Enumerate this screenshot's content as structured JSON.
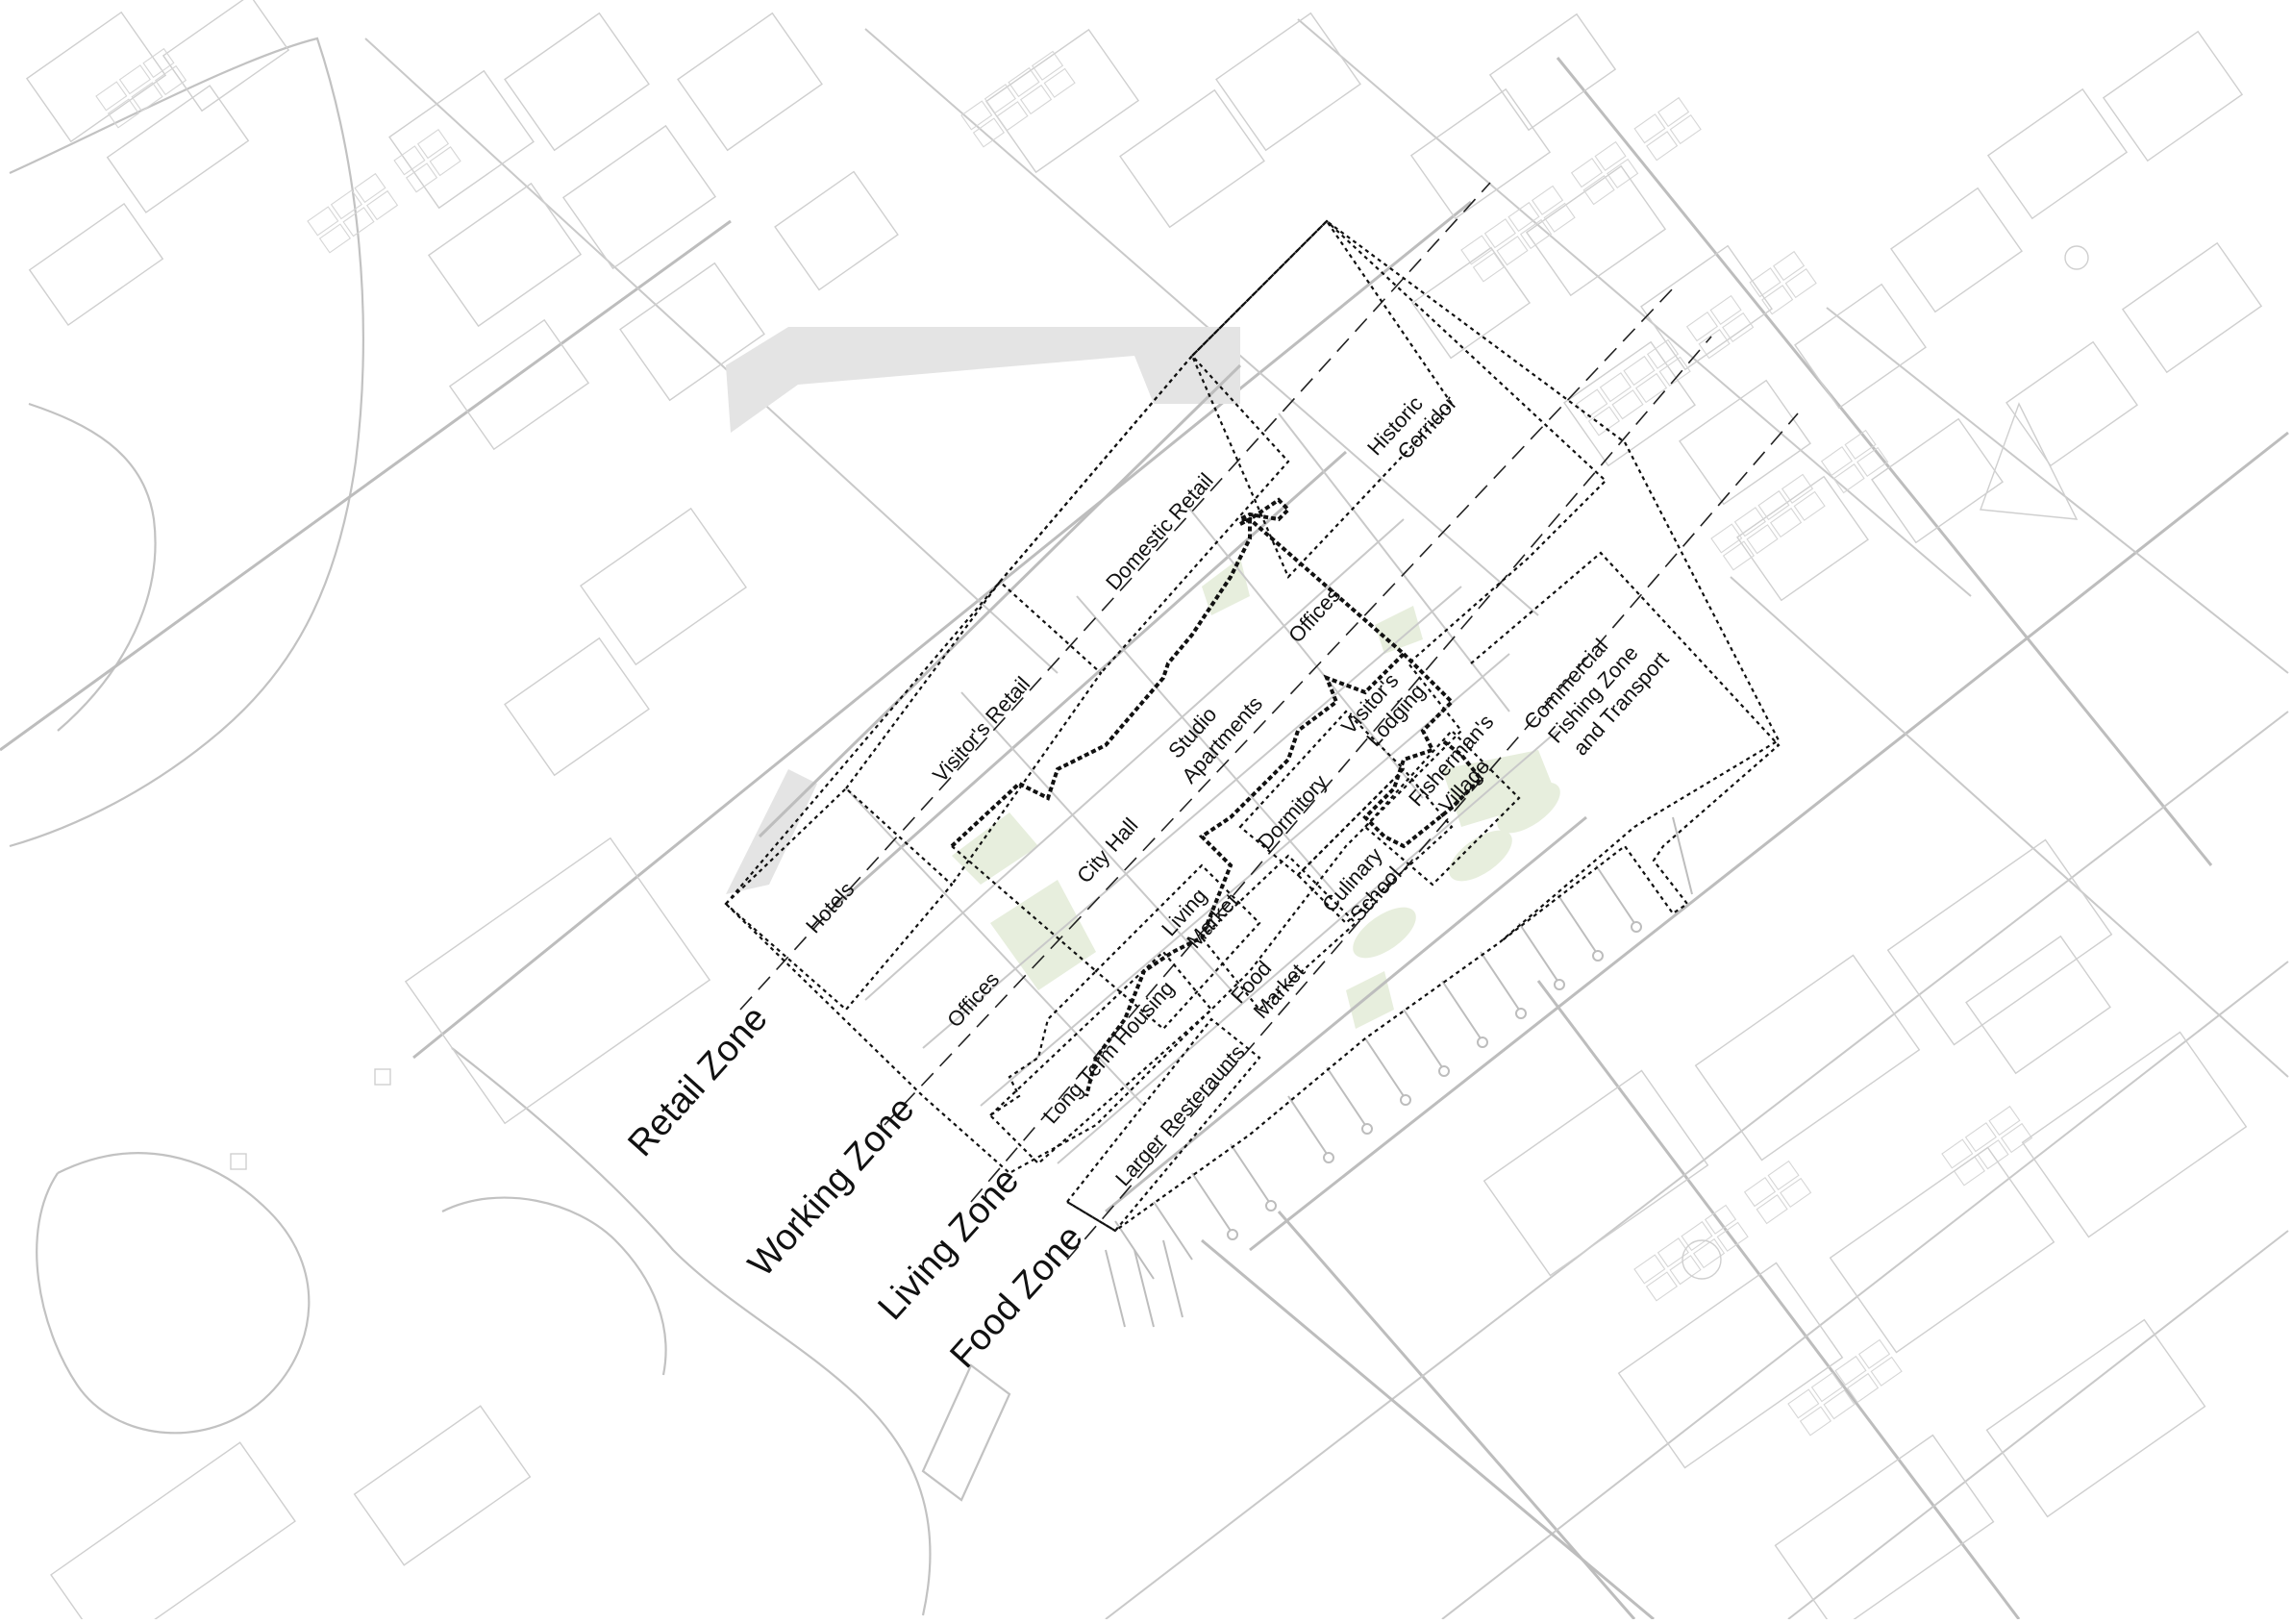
{
  "map": {
    "zones": [
      {
        "id": "retail",
        "label": "Retail Zone"
      },
      {
        "id": "working",
        "label": "Working Zone"
      },
      {
        "id": "living",
        "label": "Living Zone"
      },
      {
        "id": "food",
        "label": "Food Zone"
      }
    ],
    "districts": {
      "historic_corridor": [
        "Historic",
        "Corridor"
      ],
      "domestic_retail": [
        "Domestic Retail"
      ],
      "visitors_retail": [
        "Visitor's Retail"
      ],
      "hotels": [
        "Hotels"
      ],
      "offices_upper": [
        "Offices"
      ],
      "studio_apartments": [
        "Studio",
        "Apartments"
      ],
      "city_hall": [
        "City Hall"
      ],
      "offices_lower": [
        "Offices"
      ],
      "visitors_lodging": [
        "Visitor's",
        "Lodging"
      ],
      "dormitory": [
        "Dormitory"
      ],
      "living_market": [
        "Living",
        "Market"
      ],
      "long_term_housing": [
        "Long Term Housing"
      ],
      "fishermans_village": [
        "Fisherman's",
        "Village"
      ],
      "culinary_school": [
        "Culinary",
        "School"
      ],
      "food_market": [
        "Food",
        "Market"
      ],
      "larger_restaurants": [
        "Larger Resteraunts"
      ],
      "commercial_fishing": [
        "Commercial",
        "Fishing Zone",
        "and Transport"
      ]
    },
    "colors": {
      "background": "#ffffff",
      "linework": "#c9c9c9",
      "boundary": "#111111",
      "green_space": "#e7eedd"
    }
  }
}
